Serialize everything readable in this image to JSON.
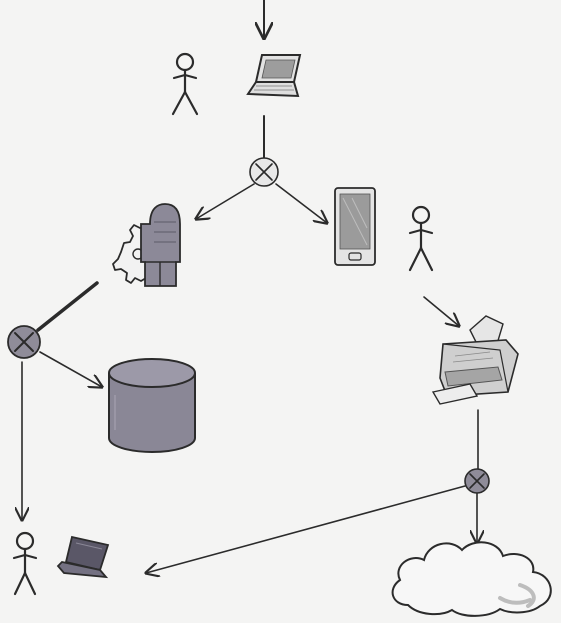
{
  "diagram": {
    "nodes": [
      {
        "id": "user-top",
        "icon": "stick-figure-icon"
      },
      {
        "id": "laptop-top",
        "icon": "laptop-icon"
      },
      {
        "id": "gateway-top",
        "icon": "gateway-x-icon"
      },
      {
        "id": "server",
        "icon": "server-gear-icon"
      },
      {
        "id": "phone",
        "icon": "smartphone-icon"
      },
      {
        "id": "user-mid",
        "icon": "stick-figure-icon"
      },
      {
        "id": "gateway-left",
        "icon": "gateway-x-icon"
      },
      {
        "id": "database",
        "icon": "database-icon"
      },
      {
        "id": "printer",
        "icon": "printer-icon"
      },
      {
        "id": "gateway-right",
        "icon": "gateway-x-icon"
      },
      {
        "id": "user-bottom",
        "icon": "stick-figure-icon"
      },
      {
        "id": "laptop-bottom",
        "icon": "laptop-icon"
      },
      {
        "id": "cloud",
        "icon": "cloud-icon"
      }
    ],
    "edges": [
      {
        "from": "top-edge",
        "to": "laptop-top"
      },
      {
        "from": "laptop-top",
        "to": "gateway-top"
      },
      {
        "from": "gateway-top",
        "to": "server"
      },
      {
        "from": "gateway-top",
        "to": "phone"
      },
      {
        "from": "server",
        "to": "gateway-left"
      },
      {
        "from": "gateway-left",
        "to": "database"
      },
      {
        "from": "gateway-left",
        "to": "user-bottom"
      },
      {
        "from": "user-mid",
        "to": "printer"
      },
      {
        "from": "printer",
        "to": "gateway-right"
      },
      {
        "from": "gateway-right",
        "to": "laptop-bottom"
      },
      {
        "from": "gateway-right",
        "to": "cloud"
      }
    ]
  },
  "colors": {
    "ink": "#2b2b2b",
    "device_fill": "#8a8796",
    "gateway_fill": "#8f8c99",
    "light_gray": "#c9c9c9",
    "background": "#f4f4f3"
  }
}
